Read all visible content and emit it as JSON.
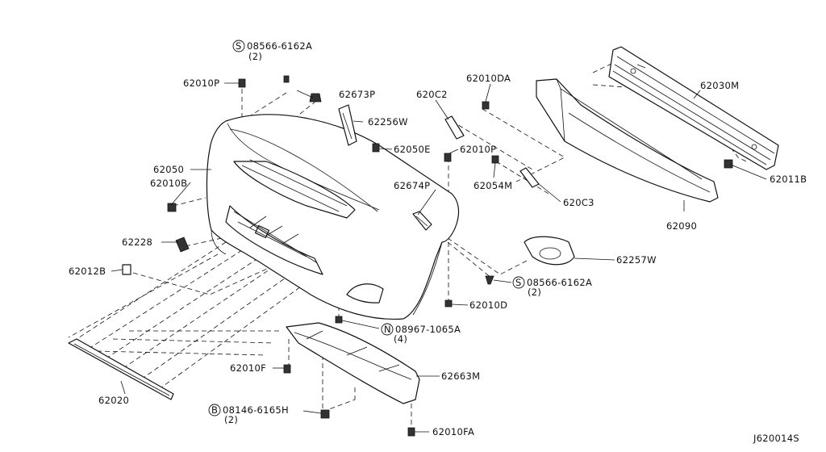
{
  "diagram_code": "J620014S",
  "callouts": {
    "p_08566_6162A_top": "08566-6162A",
    "p_08566_6162A_top_qty": "(2)",
    "p_08566_6162A_top_sym": "S",
    "p_62010P_left": "62010P",
    "p_62673P": "62673P",
    "p_62256W": "62256W",
    "p_62050": "62050",
    "p_62010B": "62010B",
    "p_62050E": "62050E",
    "p_620C2": "620C2",
    "p_62010DA": "62010DA",
    "p_62010P_right": "62010P",
    "p_62054M": "62054M",
    "p_62674P": "62674P",
    "p_620C3": "620C3",
    "p_62030M": "62030M",
    "p_62011B": "62011B",
    "p_62090": "62090",
    "p_62228": "62228",
    "p_62012B": "62012B",
    "p_62257W": "62257W",
    "p_08566_6162A_bot": "08566-6162A",
    "p_08566_6162A_bot_qty": "(2)",
    "p_08566_6162A_bot_sym": "S",
    "p_62010D": "62010D",
    "p_08967_1065A": "08967-1065A",
    "p_08967_1065A_qty": "(4)",
    "p_08967_1065A_sym": "N",
    "p_62010F": "62010F",
    "p_62663M": "62663M",
    "p_62020": "62020",
    "p_08146_6165H": "08146-6165H",
    "p_08146_6165H_qty": "(2)",
    "p_08146_6165H_sym": "B",
    "p_62010FA": "62010FA"
  }
}
